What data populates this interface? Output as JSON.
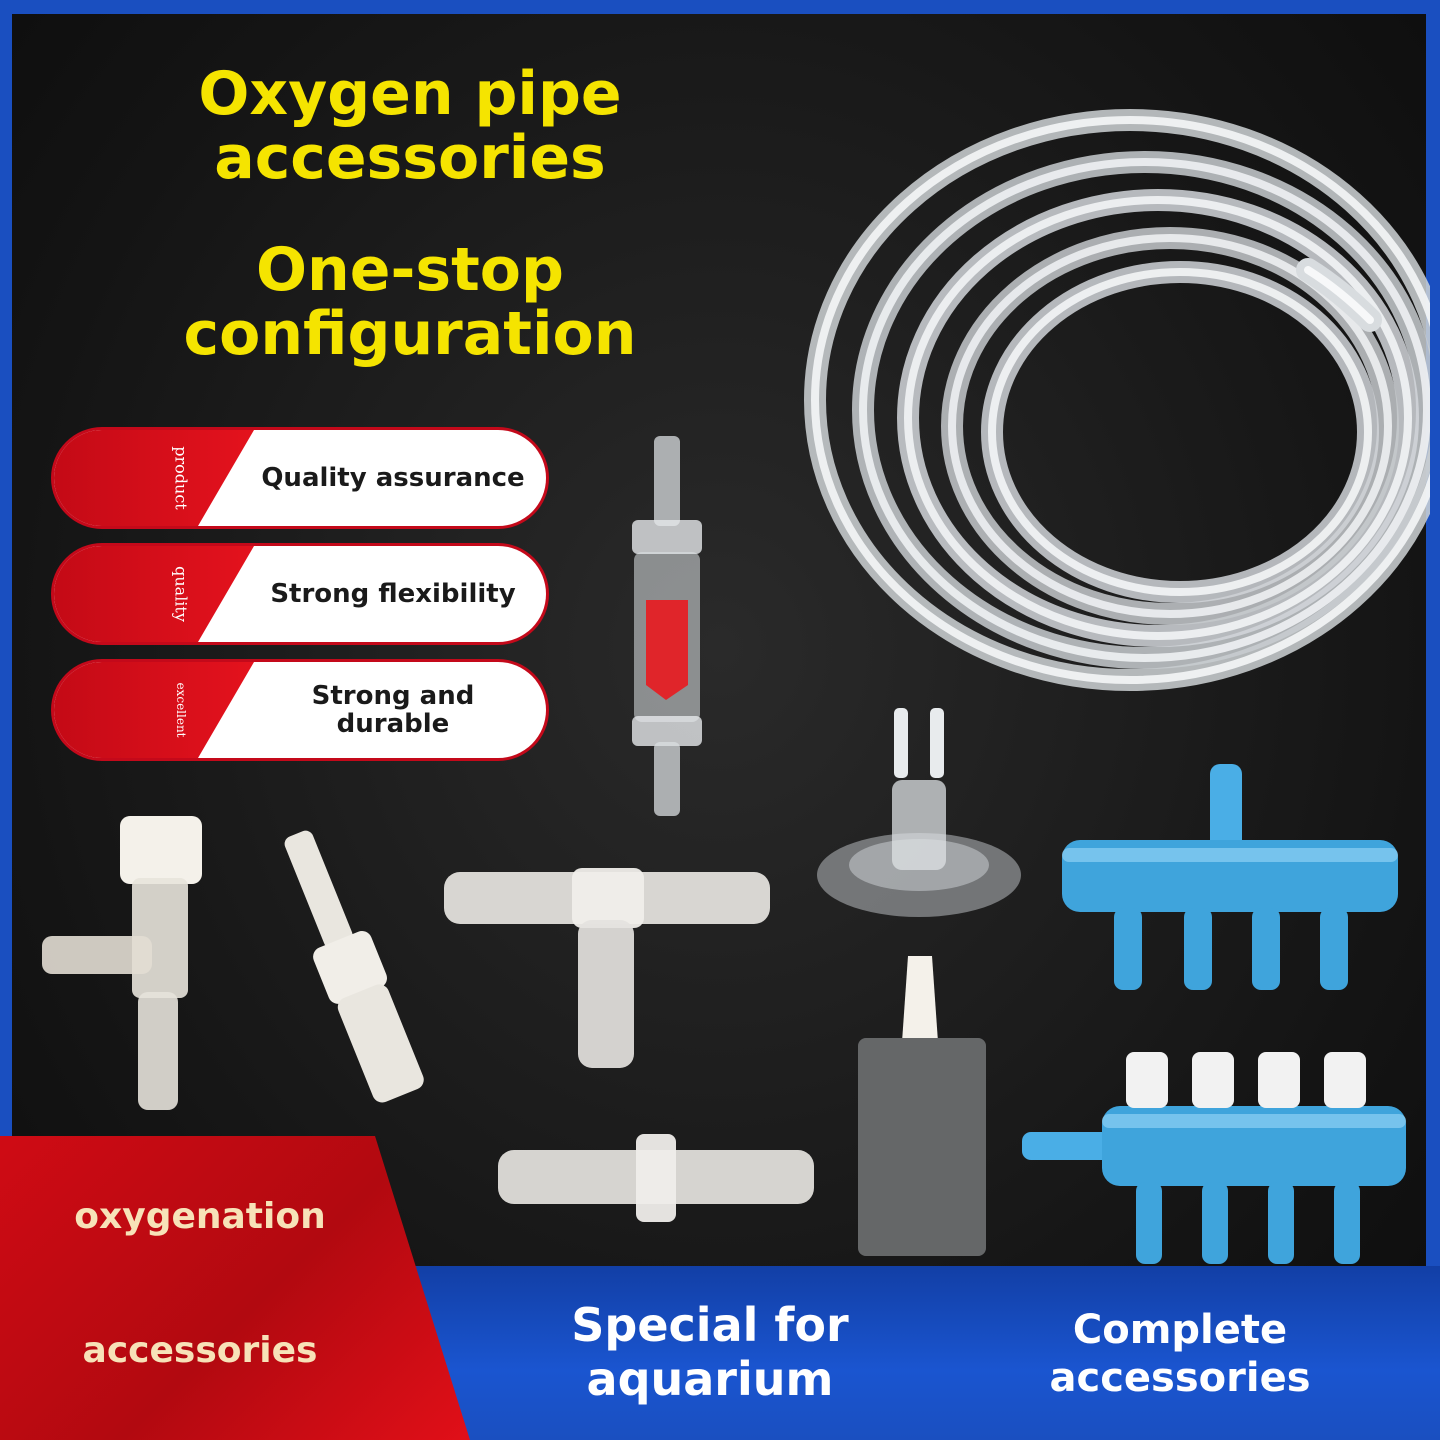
{
  "headline": {
    "line1": "Oxygen pipe accessories",
    "line2": "One-stop configuration"
  },
  "badges": [
    {
      "vertical_label": "product",
      "text": "Quality assurance"
    },
    {
      "vertical_label": "quality",
      "text": "Strong flexibility"
    },
    {
      "vertical_label": "excellent",
      "text": "Strong and durable"
    }
  ],
  "banner": {
    "red_top": "oxygenation",
    "red_bottom": "accessories",
    "blue_center": "Special for aquarium",
    "blue_right": "Complete accessories"
  },
  "colors": {
    "headline": "#f5e400",
    "badge_red": "#d10f1a",
    "banner_blue": "#1a4fc0",
    "banner_red": "#cf0b14",
    "manifold_blue": "#3fa4dc"
  }
}
